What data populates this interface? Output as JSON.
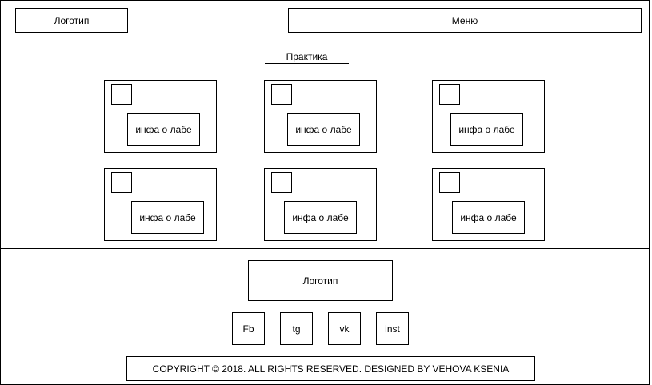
{
  "header": {
    "logo_label": "Логотип",
    "menu_label": "Меню"
  },
  "section": {
    "title": "Практика"
  },
  "cards": [
    {
      "info_label": "инфа о лабе"
    },
    {
      "info_label": "инфа о лабе"
    },
    {
      "info_label": "инфа о лабе"
    },
    {
      "info_label": "инфа о лабе"
    },
    {
      "info_label": "инфа о лабе"
    },
    {
      "info_label": "инфа о лабе"
    }
  ],
  "footer": {
    "logo_label": "Логотип",
    "social": {
      "fb": "Fb",
      "tg": "tg",
      "vk": "vk",
      "inst": "inst"
    },
    "copyright": "COPYRIGHT © 2018. ALL RIGHTS RESERVED. DESIGNED BY VEHOVA KSENIA"
  }
}
